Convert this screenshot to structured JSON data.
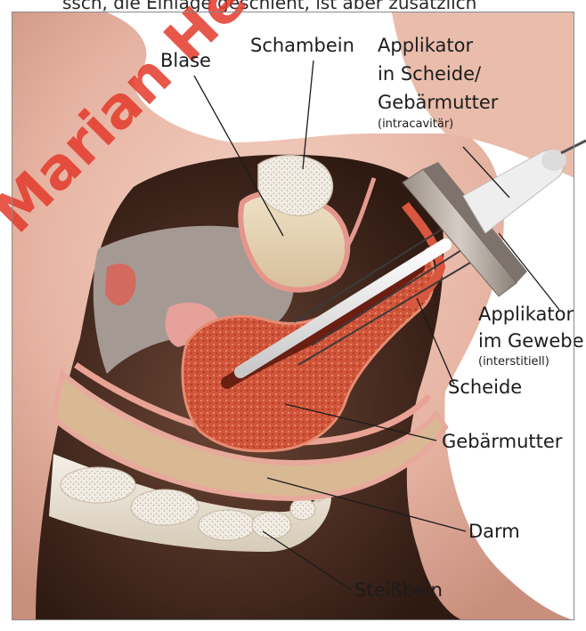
{
  "top_caption": "ssch, die Einlage geschieht, ist aber zusätzlich",
  "watermark": "Marian Hef",
  "labels": {
    "blase": "Blase",
    "schambein": "Schambein",
    "applikator_top_1": "Applikator",
    "applikator_top_2": "in Scheide/",
    "applikator_top_3": "Gebärmutter",
    "applikator_top_sub": "(intracavitär)",
    "applikator_mid_1": "Applikator",
    "applikator_mid_2": "im Gewebe",
    "applikator_mid_sub": "(interstitiell)",
    "scheide": "Scheide",
    "gebaermutter": "Gebärmutter",
    "darm": "Darm",
    "steissbein": "Steißbein"
  },
  "colors": {
    "skin": "#e8b8a8",
    "cavity": "#4a2d22",
    "uterus": "#c9452f",
    "bladder": "#e6d3b4",
    "bone": "#e9e2d6",
    "applicator": "#f2f2f2",
    "watermark": "#e33a2a"
  }
}
